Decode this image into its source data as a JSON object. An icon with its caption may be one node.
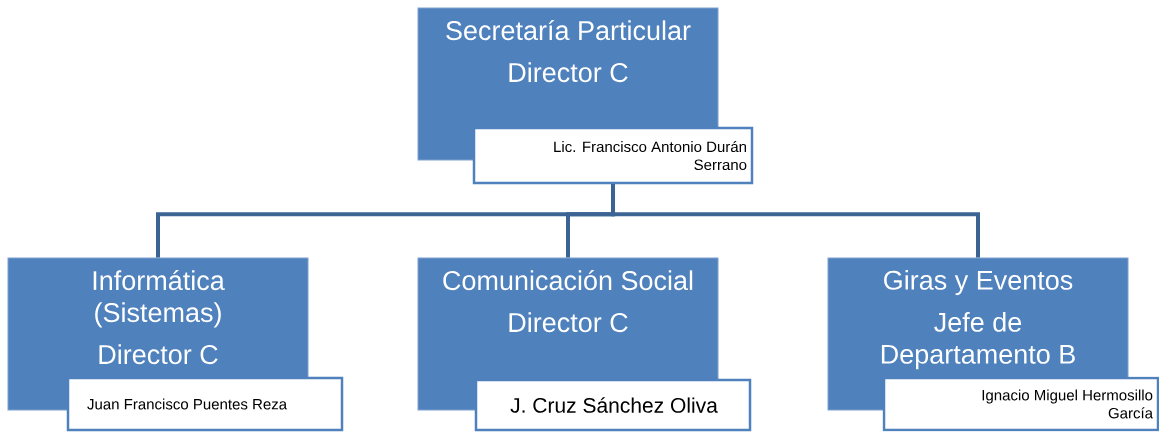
{
  "diagram": {
    "nodes": [
      {
        "text": [
          "Secretaría Particular",
          "Director C"
        ]
      },
      {
        "text": [
          "Lic. Francisco Antonio Durán Serrano"
        ]
      },
      {
        "text": [
          "Informática (Sistemas)",
          "Director C"
        ]
      },
      {
        "text": [
          "Juan Francisco Puentes Reza"
        ]
      },
      {
        "text": [
          "Comunicación Social",
          "Director C"
        ]
      },
      {
        "text": [
          "J. Cruz Sánchez Oliva"
        ]
      },
      {
        "text": [
          "Giras y Eventos",
          "Jefe de Departamento B"
        ]
      },
      {
        "text": [
          "Ignacio Miguel Hermosillo García"
        ]
      }
    ],
    "edges": [
      {
        "from": 1,
        "to": 2,
        "arrow": "none"
      },
      {
        "from": 1,
        "to": 4,
        "arrow": "none"
      },
      {
        "from": 1,
        "to": 6,
        "arrow": "none"
      }
    ]
  }
}
